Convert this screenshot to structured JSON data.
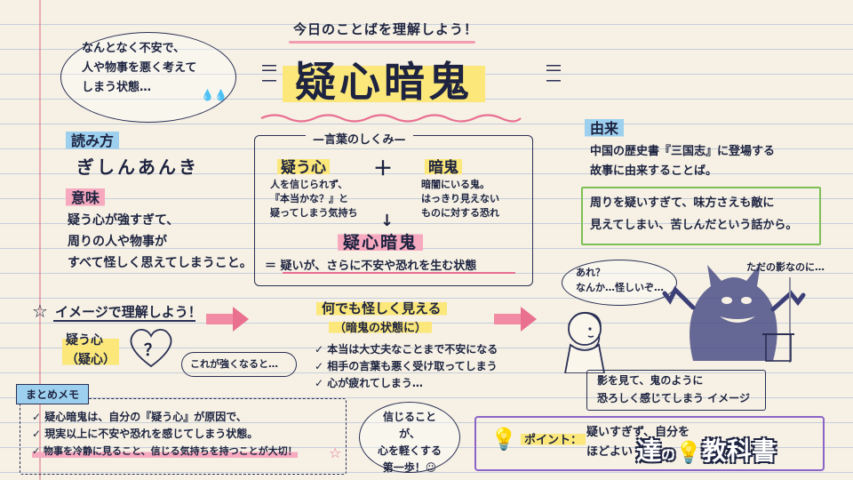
{
  "header": {
    "lead": "今日のことばを理解しよう！",
    "title": "疑心暗鬼"
  },
  "intro_bubble": [
    "なんとなく不安で、",
    "人や物事を悪く考えて",
    "しまう状態…"
  ],
  "reading": {
    "label": "読み方",
    "value": "ぎしんあんき"
  },
  "meaning": {
    "label": "意味",
    "lines": [
      "疑う心が強すぎて、",
      "周りの人や物事が",
      "すべて怪しく思えてしまうこと。"
    ]
  },
  "structure": {
    "label": "言葉のしくみ",
    "left_title": "疑う心",
    "left_lines": [
      "人を信じられず、",
      "『本当かな？』と",
      "疑ってしまう気持ち"
    ],
    "plus": "＋",
    "right_title": "暗鬼",
    "right_lines": [
      "暗闇にいる鬼。",
      "はっきり見えない",
      "ものに対する恐れ"
    ],
    "down_arrow": "↓",
    "result": "疑心暗鬼",
    "equation": "＝ 疑いが、さらに不安や恐れを生む状態"
  },
  "origin": {
    "label": "由来",
    "lines": [
      "中国の歴史書『三国志』に登場する",
      "故事に由来することば。"
    ],
    "box_lines": [
      "周りを疑いすぎて、味方さえも敵に",
      "見えてしまい、苦しんだという話から。"
    ]
  },
  "image_section": {
    "heading": "イメージで理解しよう！",
    "star": "☆",
    "doubt_lines": [
      "疑う心",
      "（疑心）"
    ],
    "heart_mark": "？",
    "bubble": "これが強くなると…",
    "middle_title": "何でも怪しく見える",
    "middle_sub": "（暗鬼の状態に）",
    "checks": [
      "本当は大丈夫なことまで不安になる",
      "相手の言葉も悪く受け取ってしまう",
      "心が疲れてしまう…"
    ],
    "thought_bubble": [
      "あれ？",
      "なんか…怪しいぞ…"
    ],
    "shadow_caption": "ただの影なのに…",
    "result_lines": [
      "影を見て、鬼のように",
      "恐ろしく感じてしまう イメージ"
    ]
  },
  "summary": {
    "label": "まとめメモ",
    "items": [
      "疑心暗鬼は、自分の『疑う心』が原因で、",
      "現実以上に不安や恐れを感じてしまう状態。",
      "物事を冷静に見ること、信じる気持ちを持つことが大切！"
    ]
  },
  "tip_bubble": [
    "信じることが、",
    "心を軽くする",
    "第一歩！☺"
  ],
  "point": {
    "label": "ポイント：",
    "lines": [
      "疑いすぎず、自分を",
      "ほどよい"
    ]
  },
  "logo": {
    "main": "達",
    "eyes": "の",
    "tail": "教科書"
  },
  "colors": {
    "ink": "#1d2340",
    "highlight_yellow": "#fbe77a",
    "highlight_pink": "#f6a9bf",
    "highlight_blue": "#9cd0ee",
    "accent_green": "#7dbf54",
    "accent_purple": "#8b64c8"
  }
}
